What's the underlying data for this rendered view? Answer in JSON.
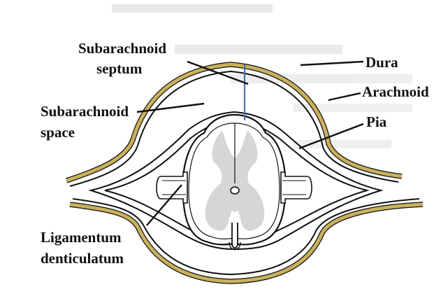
{
  "labels": {
    "subarachnoid_septum_line1": "Subarachnoid",
    "subarachnoid_septum_line2": "septum",
    "subarachnoid_space_line1": "Subarachnoid",
    "subarachnoid_space_line2": "space",
    "ligamentum_line1": "Ligamentum",
    "ligamentum_line2": "denticulatum",
    "dura": "Dura",
    "arachnoid": "Arachnoid",
    "pia": "Pia"
  },
  "colors": {
    "dura": "#c9b15c",
    "gray_matter": "#d6d6d6",
    "septum": "#4a6fb0",
    "background_text": "#d9d9d9"
  }
}
